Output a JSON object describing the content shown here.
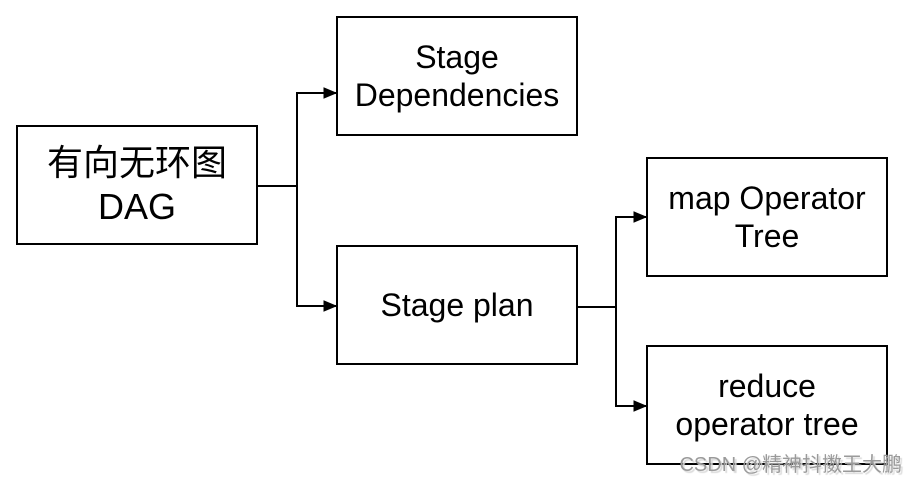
{
  "colors": {
    "background": "#ffffff",
    "stroke": "#000000",
    "node_fill": "#ffffff",
    "text": "#000000",
    "watermark": "#9a9a9a"
  },
  "nodes": {
    "dag": {
      "lines": [
        "有向无环图",
        "DAG"
      ]
    },
    "stage_dependencies": {
      "lines": [
        "Stage",
        "Dependencies"
      ]
    },
    "stage_plan": {
      "lines": [
        "Stage plan"
      ]
    },
    "map_operator_tree": {
      "lines": [
        "map Operator",
        "Tree"
      ]
    },
    "reduce_operator_tree": {
      "lines": [
        "reduce",
        "operator tree"
      ]
    }
  },
  "edges": [
    {
      "from": "dag",
      "to": "stage_dependencies"
    },
    {
      "from": "dag",
      "to": "stage_plan"
    },
    {
      "from": "stage_plan",
      "to": "map_operator_tree"
    },
    {
      "from": "stage_plan",
      "to": "reduce_operator_tree"
    }
  ],
  "watermark": {
    "text": "CSDN @精神抖擞王大鹏"
  }
}
